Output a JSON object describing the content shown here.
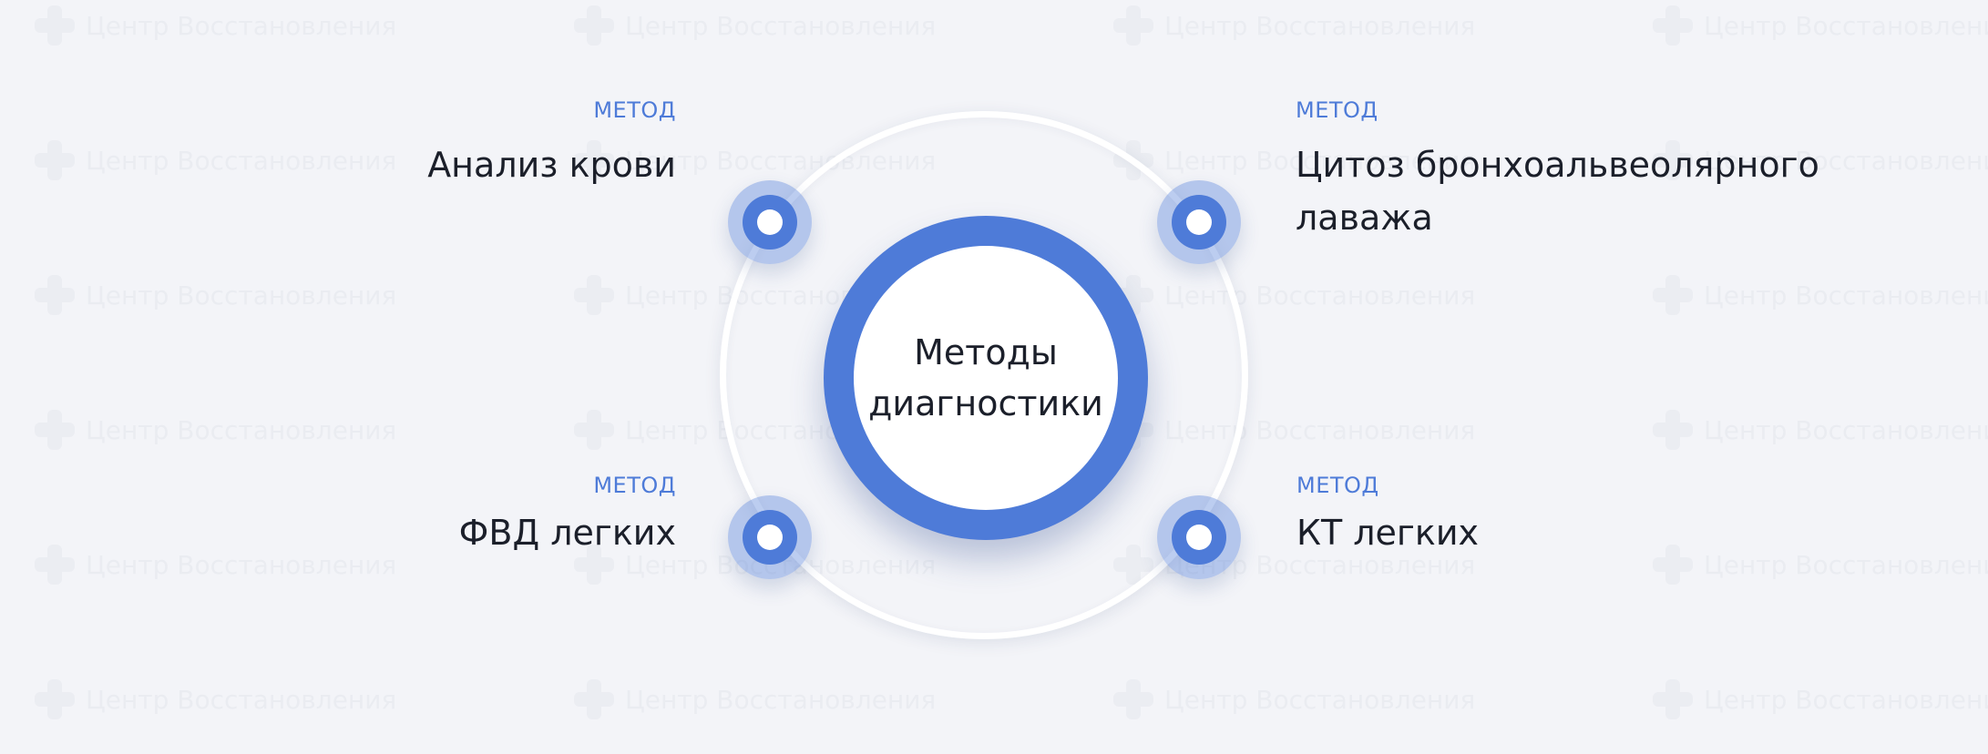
{
  "watermark": {
    "text": "Центр Восстановления"
  },
  "center": {
    "label": "Методы\nдиагностики"
  },
  "methods": [
    {
      "tag": "МЕТОД",
      "title": "Анализ крови"
    },
    {
      "tag": "МЕТОД",
      "title": "Цитоз бронхоальвеолярного\nлаважа"
    },
    {
      "tag": "МЕТОД",
      "title": "ФВД легких"
    },
    {
      "tag": "МЕТОД",
      "title": "КТ легких"
    }
  ],
  "colors": {
    "accent": "#4e7bd8",
    "background": "#f3f4f8",
    "text": "#1b1f2a"
  }
}
